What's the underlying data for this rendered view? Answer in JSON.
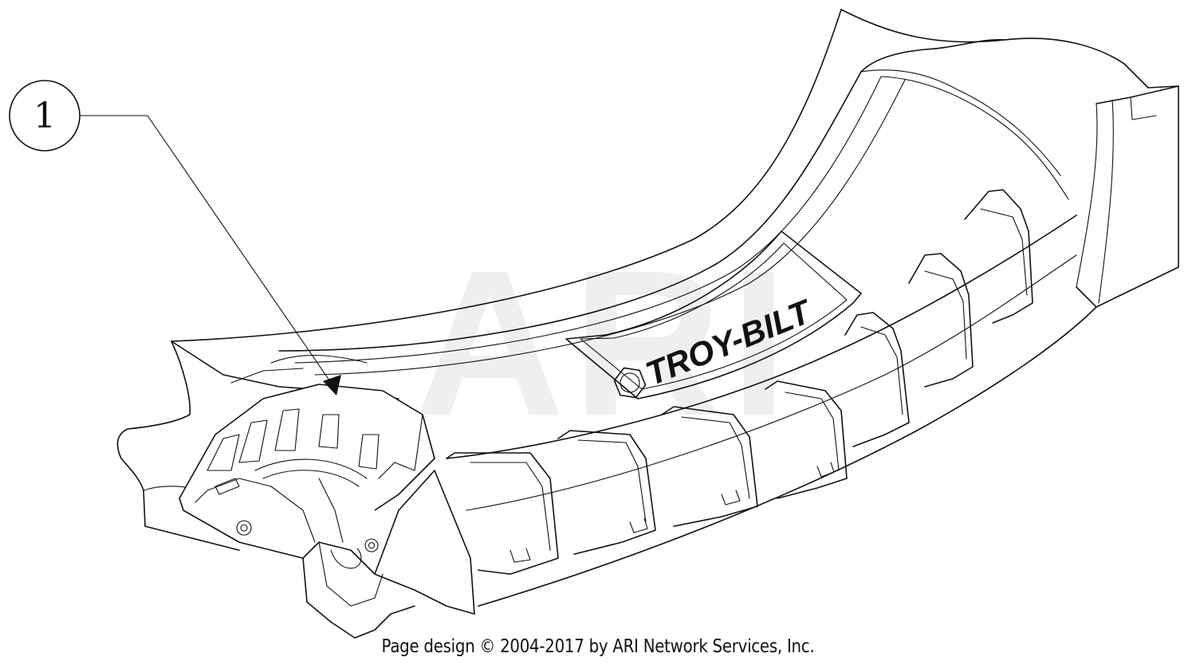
{
  "diagram": {
    "watermark": "ARI",
    "callout": {
      "number": "1"
    },
    "logo": {
      "brand": "TROY-BILT"
    }
  },
  "footer": {
    "copyright": "Page design © 2004-2017 by ARI Network Services, Inc."
  }
}
